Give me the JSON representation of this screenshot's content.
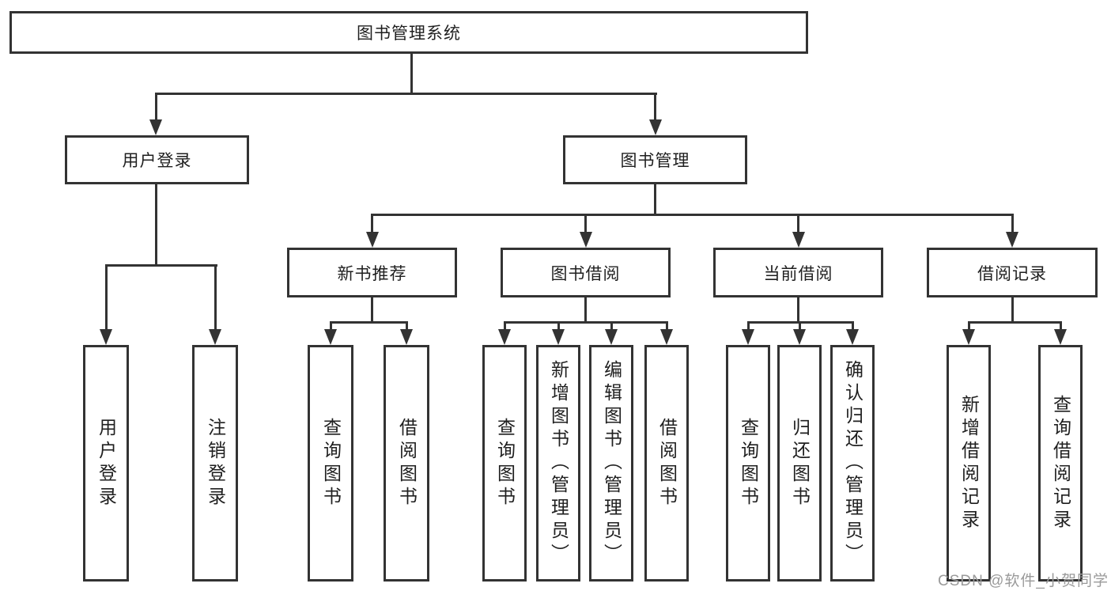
{
  "tree": {
    "label": "图书管理系统",
    "children": [
      {
        "label": "用户登录",
        "children": [
          {
            "label": "用户登录"
          },
          {
            "label": "注销登录"
          }
        ]
      },
      {
        "label": "图书管理",
        "children": [
          {
            "label": "新书推荐",
            "children": [
              {
                "label": "查询图书"
              },
              {
                "label": "借阅图书"
              }
            ]
          },
          {
            "label": "图书借阅",
            "children": [
              {
                "label": "查询图书"
              },
              {
                "label": "新增图书（管理员）"
              },
              {
                "label": "编辑图书（管理员）"
              },
              {
                "label": "借阅图书"
              }
            ]
          },
          {
            "label": "当前借阅",
            "children": [
              {
                "label": "查询图书"
              },
              {
                "label": "归还图书"
              },
              {
                "label": "确认归还（管理员）"
              }
            ]
          },
          {
            "label": "借阅记录",
            "children": [
              {
                "label": "新增借阅记录"
              },
              {
                "label": "查询借阅记录"
              }
            ]
          }
        ]
      }
    ]
  },
  "watermark": {
    "text": "CSDN @软件_小贺同学"
  },
  "colors": {
    "line": "#333333",
    "box_background": "#ffffff",
    "text": "#1f1f1f",
    "watermark": "#9a9a9a"
  }
}
